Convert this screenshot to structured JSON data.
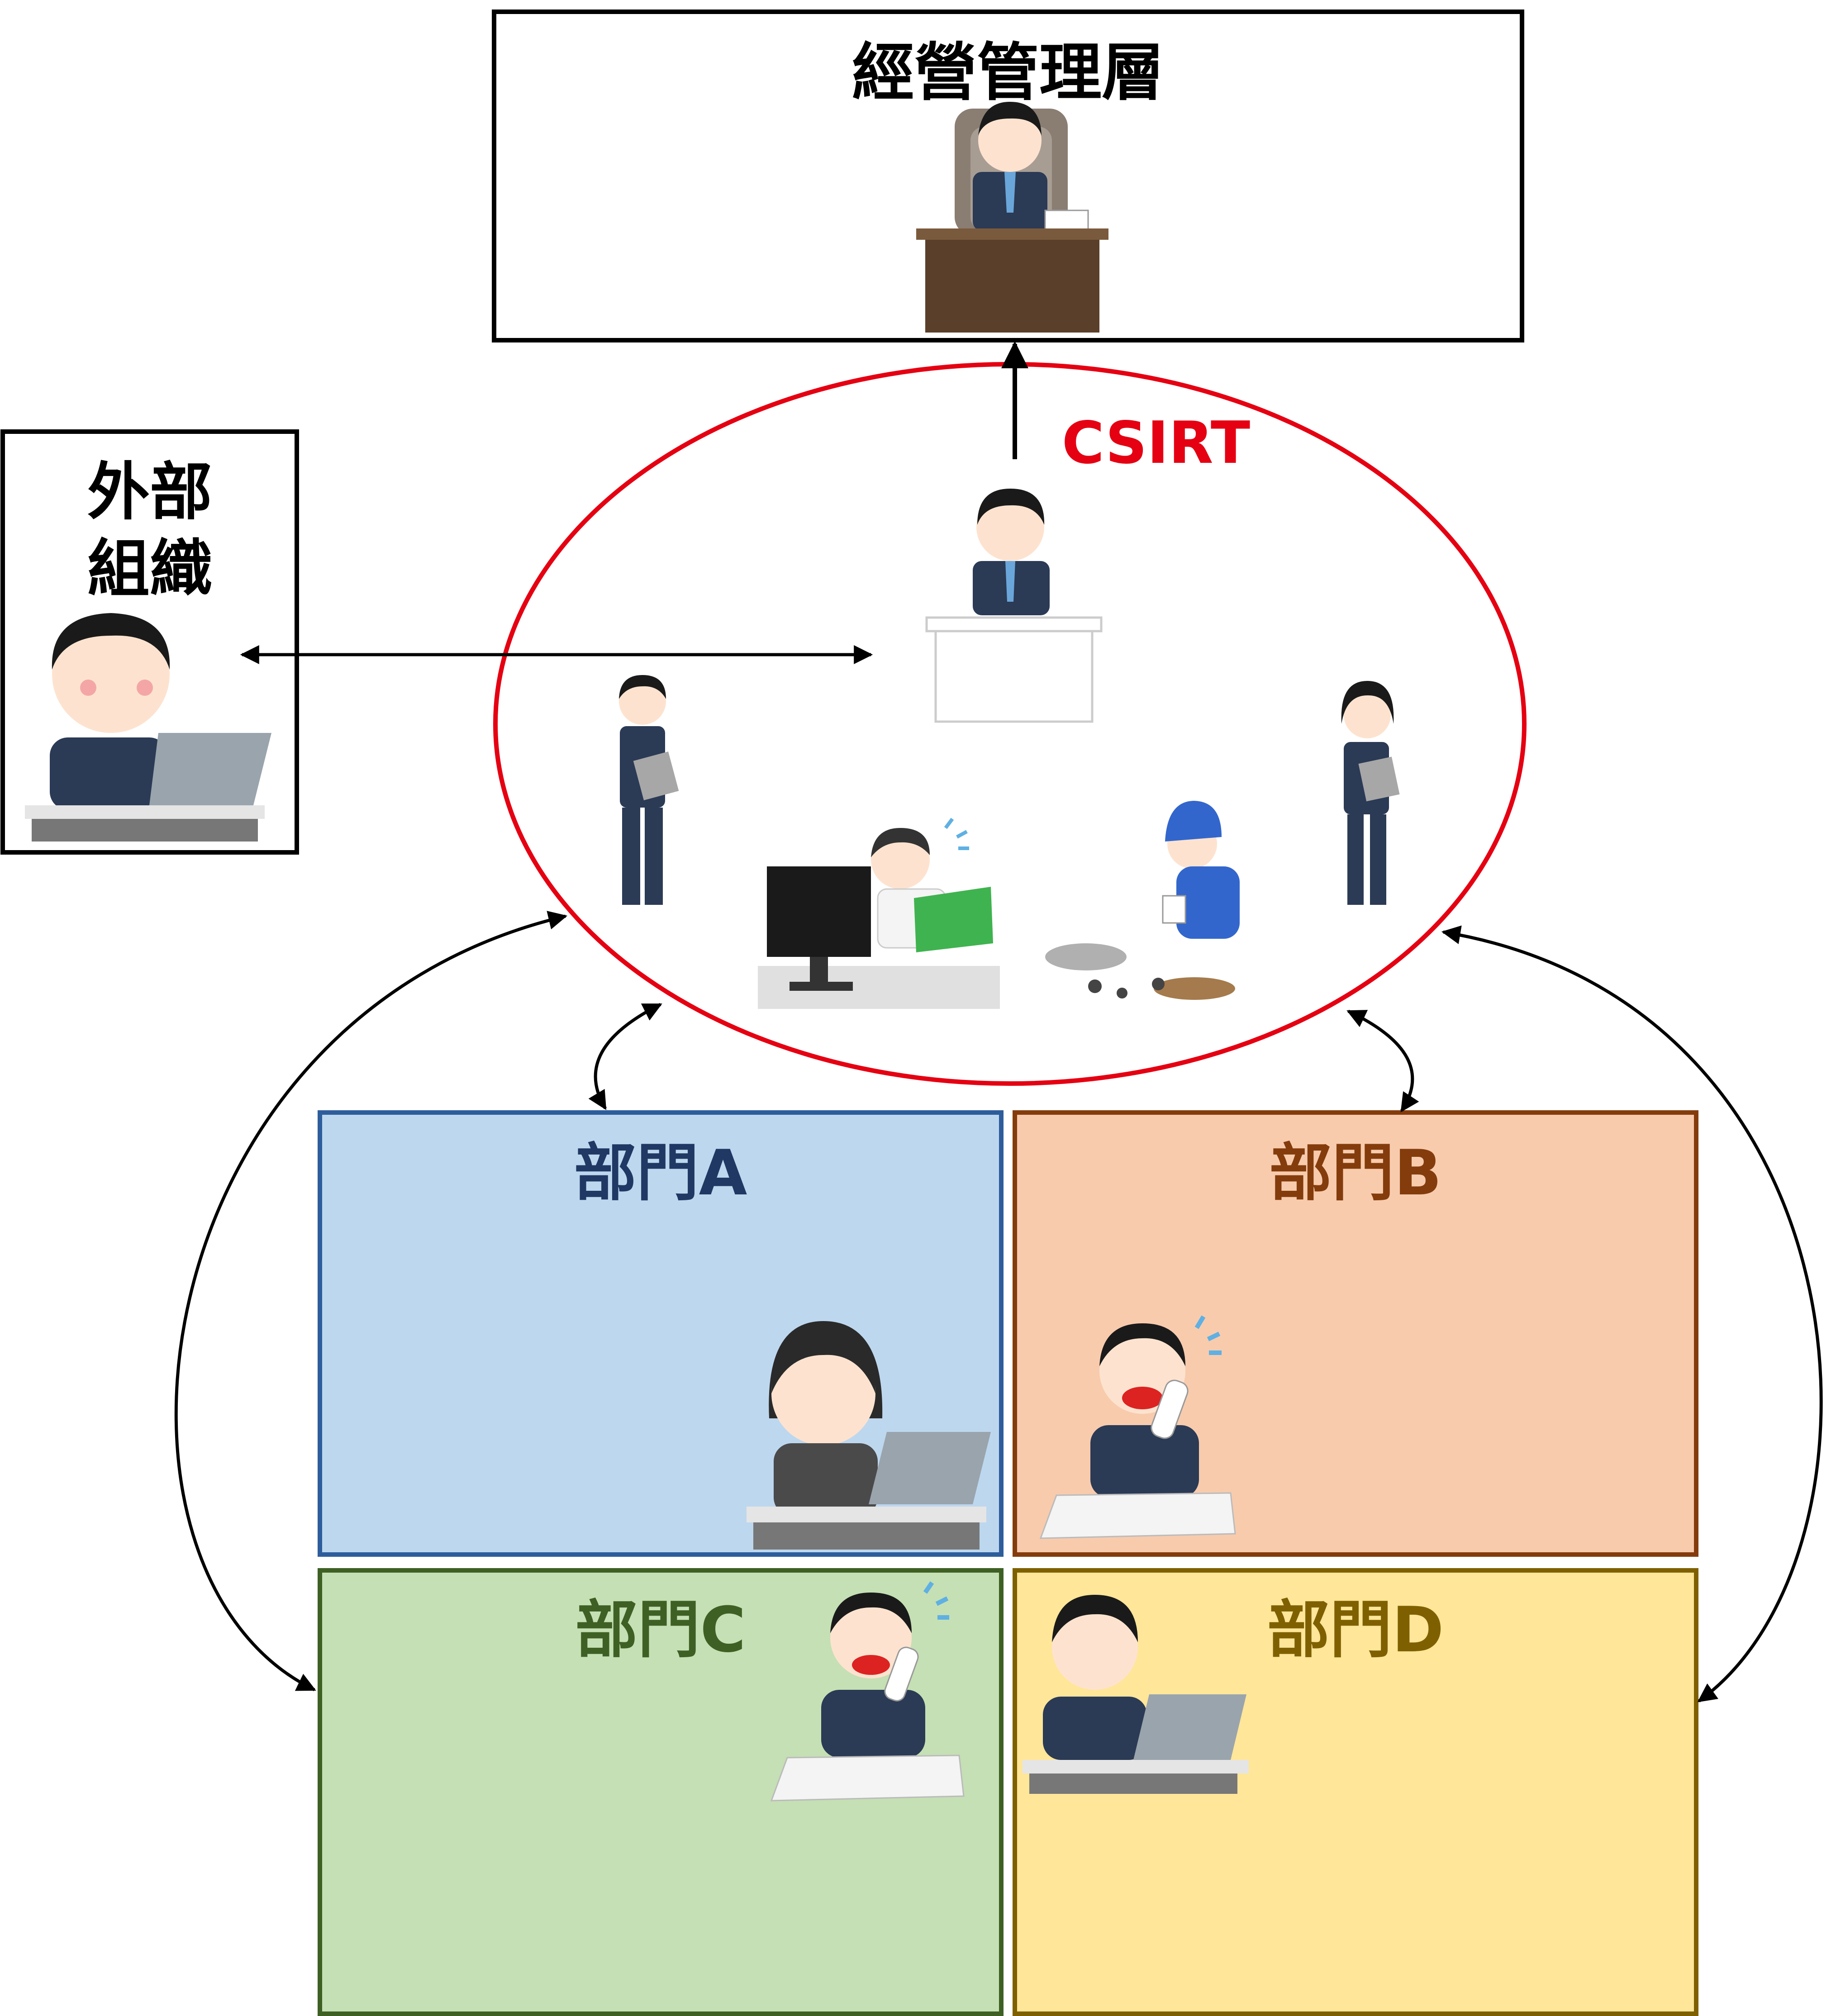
{
  "management": {
    "title": "經營管理層"
  },
  "external": {
    "title_line1": "外部",
    "title_line2": "組織"
  },
  "csirt": {
    "title": "CSIRT",
    "color": "#e50012"
  },
  "departments": [
    {
      "label": "部門A",
      "fill": "#bdd7ee",
      "border": "#2e5d9c",
      "text_color": "#1f3864"
    },
    {
      "label": "部門B",
      "fill": "#f8cbad",
      "border": "#843c0c",
      "text_color": "#843c0c"
    },
    {
      "label": "部門C",
      "fill": "#c5e0b4",
      "border": "#3e6024",
      "text_color": "#3e6024"
    },
    {
      "label": "部門D",
      "fill": "#ffe699",
      "border": "#7f6000",
      "text_color": "#7f6000"
    }
  ]
}
